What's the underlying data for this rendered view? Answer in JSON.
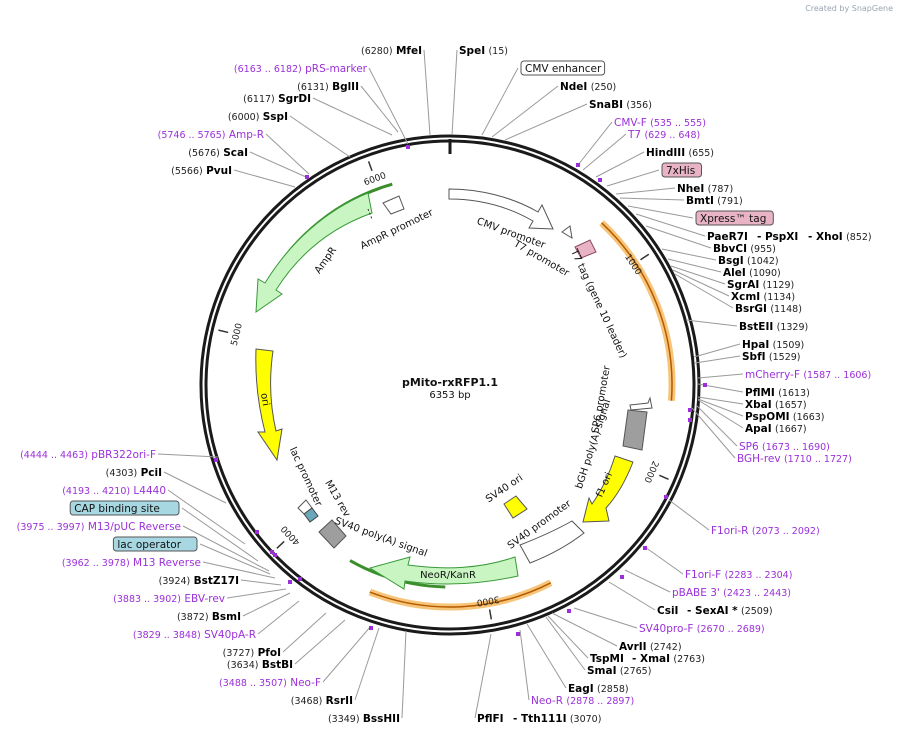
{
  "watermark": "Created by SnapGene",
  "plasmid": {
    "name": "pMito-rxRFP1.1",
    "size": "6353 bp",
    "length": 6353
  },
  "ruler": [
    {
      "bp": 1000,
      "label": "1000"
    },
    {
      "bp": 2000,
      "label": "2000"
    },
    {
      "bp": 3000,
      "label": "3000"
    },
    {
      "bp": 4000,
      "label": "4000"
    },
    {
      "bp": 5000,
      "label": "5000"
    },
    {
      "bp": 6000,
      "label": "6000"
    }
  ],
  "inner_features": [
    {
      "name": "CMV promoter",
      "label": "CMV promoter"
    },
    {
      "name": "T7 promoter",
      "label": "T7 promoter"
    },
    {
      "name": "T7 tag",
      "label": "T7 tag (gene 10 leader)"
    },
    {
      "name": "SP6 promoter",
      "label": "SP6 promoter"
    },
    {
      "name": "bGH polyA",
      "label": "bGH poly(A) signal"
    },
    {
      "name": "f1 ori",
      "label": "f1 ori"
    },
    {
      "name": "SV40 ori",
      "label": "SV40 ori"
    },
    {
      "name": "SV40 promoter",
      "label": "SV40 promoter"
    },
    {
      "name": "NeoR/KanR",
      "label": "NeoR/KanR"
    },
    {
      "name": "SV40 polyA",
      "label": "SV40 poly(A) signal"
    },
    {
      "name": "M13 rev",
      "label": "M13 rev"
    },
    {
      "name": "lac promoter",
      "label": "lac promoter"
    },
    {
      "name": "ori",
      "label": "ori"
    },
    {
      "name": "AmpR",
      "label": "AmpR"
    },
    {
      "name": "AmpR promoter",
      "label": "AmpR promoter"
    }
  ],
  "labels": [
    {
      "id": "MfeI",
      "name": "MfeI",
      "pos": "(6280)",
      "style": "site"
    },
    {
      "id": "SpeI",
      "name": "SpeI",
      "pos": "(15)",
      "style": "site"
    },
    {
      "id": "CMVenh",
      "name": "CMV enhancer",
      "pos": "",
      "style": "box-white"
    },
    {
      "id": "NdeI",
      "name": "NdeI",
      "pos": "(250)",
      "style": "site"
    },
    {
      "id": "SnaBI",
      "name": "SnaBI",
      "pos": "(356)",
      "style": "site"
    },
    {
      "id": "CMVF",
      "name": "CMV-F",
      "pos": "(535 .. 555)",
      "style": "primer"
    },
    {
      "id": "T7",
      "name": "T7",
      "pos": "(629 .. 648)",
      "style": "primer"
    },
    {
      "id": "HindIII",
      "name": "HindIII",
      "pos": "(655)",
      "style": "site"
    },
    {
      "id": "His",
      "name": "7xHis",
      "pos": "",
      "style": "box-pink"
    },
    {
      "id": "NheI",
      "name": "NheI",
      "pos": "(787)",
      "style": "site"
    },
    {
      "id": "BmtI",
      "name": "BmtI",
      "pos": "(791)",
      "style": "site"
    },
    {
      "id": "Xpress",
      "name": "Xpress™ tag",
      "pos": "",
      "style": "box-pink"
    },
    {
      "id": "PaeR7I",
      "name": "PaeR7I",
      "pos": "",
      "style": "site"
    },
    {
      "id": "PspXI",
      "name": "- PspXI",
      "pos": "",
      "style": "site"
    },
    {
      "id": "XhoI",
      "name": "- XhoI",
      "pos": "(852)",
      "style": "site"
    },
    {
      "id": "BbvCI",
      "name": "BbvCI",
      "pos": "(955)",
      "style": "site"
    },
    {
      "id": "BsgI",
      "name": "BsgI",
      "pos": "(1042)",
      "style": "site"
    },
    {
      "id": "AleI",
      "name": "AleI",
      "pos": "(1090)",
      "style": "site"
    },
    {
      "id": "SgrAI",
      "name": "SgrAI",
      "pos": "(1129)",
      "style": "site"
    },
    {
      "id": "XcmI",
      "name": "XcmI",
      "pos": "(1134)",
      "style": "site"
    },
    {
      "id": "BsrGI",
      "name": "BsrGI",
      "pos": "(1148)",
      "style": "site"
    },
    {
      "id": "BstEII",
      "name": "BstEII",
      "pos": "(1329)",
      "style": "site"
    },
    {
      "id": "HpaI",
      "name": "HpaI",
      "pos": "(1509)",
      "style": "site"
    },
    {
      "id": "SbfI",
      "name": "SbfI",
      "pos": "(1529)",
      "style": "site"
    },
    {
      "id": "mCherryF",
      "name": "mCherry-F",
      "pos": "(1587 .. 1606)",
      "style": "primer"
    },
    {
      "id": "PflMI",
      "name": "PflMI",
      "pos": "(1613)",
      "style": "site"
    },
    {
      "id": "XbaI",
      "name": "XbaI",
      "pos": "(1657)",
      "style": "site"
    },
    {
      "id": "PspOMI",
      "name": "PspOMI",
      "pos": "(1663)",
      "style": "site"
    },
    {
      "id": "ApaI",
      "name": "ApaI",
      "pos": "(1667)",
      "style": "site"
    },
    {
      "id": "SP6",
      "name": "SP6",
      "pos": "(1673 .. 1690)",
      "style": "primer"
    },
    {
      "id": "BGHrev",
      "name": "BGH-rev",
      "pos": "(1710 .. 1727)",
      "style": "primer"
    },
    {
      "id": "F1oriR",
      "name": "F1ori-R",
      "pos": "(2073 .. 2092)",
      "style": "primer"
    },
    {
      "id": "F1oriF",
      "name": "F1ori-F",
      "pos": "(2283 .. 2304)",
      "style": "primer"
    },
    {
      "id": "pBABE3",
      "name": "pBABE 3'",
      "pos": "(2423 .. 2443)",
      "style": "primer"
    },
    {
      "id": "CsiI",
      "name": "CsiI",
      "pos": "",
      "style": "site"
    },
    {
      "id": "SexAI",
      "name": "- SexAI *",
      "pos": "(2509)",
      "style": "site"
    },
    {
      "id": "SV40proF",
      "name": "SV40pro-F",
      "pos": "(2670 .. 2689)",
      "style": "primer"
    },
    {
      "id": "AvrII",
      "name": "AvrII",
      "pos": "(2742)",
      "style": "site"
    },
    {
      "id": "TspMI",
      "name": "TspMI",
      "pos": "",
      "style": "site"
    },
    {
      "id": "XmaI",
      "name": "- XmaI",
      "pos": "(2763)",
      "style": "site"
    },
    {
      "id": "SmaI",
      "name": "SmaI",
      "pos": "(2765)",
      "style": "site"
    },
    {
      "id": "EagI",
      "name": "EagI",
      "pos": "(2858)",
      "style": "site"
    },
    {
      "id": "NeoR",
      "name": "Neo-R",
      "pos": "(2878 .. 2897)",
      "style": "primer"
    },
    {
      "id": "PflFI",
      "name": "PflFI",
      "pos": "",
      "style": "site"
    },
    {
      "id": "Tth111I",
      "name": "- Tth111I",
      "pos": "(3070)",
      "style": "site"
    },
    {
      "id": "BssHII",
      "name": "BssHII",
      "pos": "(3349)",
      "style": "site"
    },
    {
      "id": "RsrII",
      "name": "RsrII",
      "pos": "(3468)",
      "style": "site"
    },
    {
      "id": "NeoF",
      "name": "Neo-F",
      "pos": "(3488 .. 3507)",
      "style": "primer"
    },
    {
      "id": "BstBI",
      "name": "BstBI",
      "pos": "(3634)",
      "style": "site"
    },
    {
      "id": "PfoI",
      "name": "PfoI",
      "pos": "(3727)",
      "style": "site"
    },
    {
      "id": "SV40pAR",
      "name": "SV40pA-R",
      "pos": "(3829 .. 3848)",
      "style": "primer"
    },
    {
      "id": "BsmI",
      "name": "BsmI",
      "pos": "(3872)",
      "style": "site"
    },
    {
      "id": "EBVrev",
      "name": "EBV-rev",
      "pos": "(3883 .. 3902)",
      "style": "primer"
    },
    {
      "id": "BstZ17I",
      "name": "BstZ17I",
      "pos": "(3924)",
      "style": "site"
    },
    {
      "id": "M13Rev",
      "name": "M13 Reverse",
      "pos": "(3962 .. 3978)",
      "style": "primer"
    },
    {
      "id": "lacOp",
      "name": "lac operator",
      "pos": "",
      "style": "box-blue"
    },
    {
      "id": "M13pUC",
      "name": "M13/pUC Reverse",
      "pos": "(3975 .. 3997)",
      "style": "primer"
    },
    {
      "id": "CAP",
      "name": "CAP binding site",
      "pos": "",
      "style": "box-blue"
    },
    {
      "id": "L4440",
      "name": "L4440",
      "pos": "(4193 .. 4210)",
      "style": "primer"
    },
    {
      "id": "PciI",
      "name": "PciI",
      "pos": "(4303)",
      "style": "site"
    },
    {
      "id": "pBR322",
      "name": "pBR322ori-F",
      "pos": "(4444 .. 4463)",
      "style": "primer"
    },
    {
      "id": "PvuI",
      "name": "PvuI",
      "pos": "(5566)",
      "style": "site"
    },
    {
      "id": "ScaI",
      "name": "ScaI",
      "pos": "(5676)",
      "style": "site"
    },
    {
      "id": "AmpR",
      "name": "Amp-R",
      "pos": "(5746 .. 5765)",
      "style": "primer"
    },
    {
      "id": "SspI",
      "name": "SspI",
      "pos": "(6000)",
      "style": "site"
    },
    {
      "id": "SgrDI",
      "name": "SgrDI",
      "pos": "(6117)",
      "style": "site"
    },
    {
      "id": "BglII",
      "name": "BglII",
      "pos": "(6131)",
      "style": "site"
    },
    {
      "id": "pRS",
      "name": "pRS-marker",
      "pos": "(6163 .. 6182)",
      "style": "primer"
    }
  ],
  "colors": {
    "backbone": "#1a1a1a",
    "primer": "#9b30d9",
    "site": "#000000",
    "position": "#222222",
    "promoter_fill": "#ffffff",
    "cds_green": "#c8f5c2",
    "cds_green_stroke": "#3a9a3a",
    "ori_yellow": "#ffff00",
    "polya_gray": "#9e9e9e",
    "orange_highlight": "#f7c57a",
    "orange_line": "#b45a00",
    "green_line": "#3b8f2a",
    "pink_box": "#e9b3c6",
    "blue_box": "#a7d8e2"
  }
}
